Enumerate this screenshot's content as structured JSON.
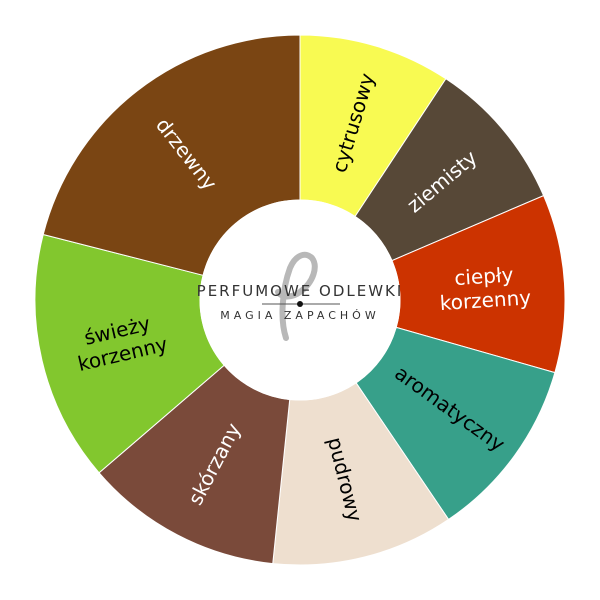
{
  "chart_data": {
    "type": "pie",
    "variant": "donut",
    "title": "",
    "slices": [
      {
        "label": "cytrusowy",
        "value": 33.4,
        "color": "#f8fa52",
        "text_color": "#000000"
      },
      {
        "label": "ziemisty",
        "value": 33.4,
        "color": "#574837",
        "text_color": "#ffffff"
      },
      {
        "label": "ciepły korzenny",
        "value": 39.1,
        "color": "#cc3300",
        "text_color": "#ffffff"
      },
      {
        "label": "aromatyczny",
        "value": 40.0,
        "color": "#37a08a",
        "text_color": "#000000"
      },
      {
        "label": "pudrowy",
        "value": 40.0,
        "color": "#eedfcf",
        "text_color": "#000000"
      },
      {
        "label": "skórzany",
        "value": 43.4,
        "color": "#7a4a3a",
        "text_color": "#ffffff"
      },
      {
        "label": "świeży korzenny",
        "value": 55.0,
        "color": "#82c72e",
        "text_color": "#000000"
      },
      {
        "label": "drzewny",
        "value": 75.7,
        "color": "#7a4513",
        "text_color": "#ffffff"
      }
    ]
  },
  "logo": {
    "line1": "PERFUMOWE ODLEWKI",
    "line2": "MAGIA ZAPACHÓW",
    "mark": "P"
  }
}
